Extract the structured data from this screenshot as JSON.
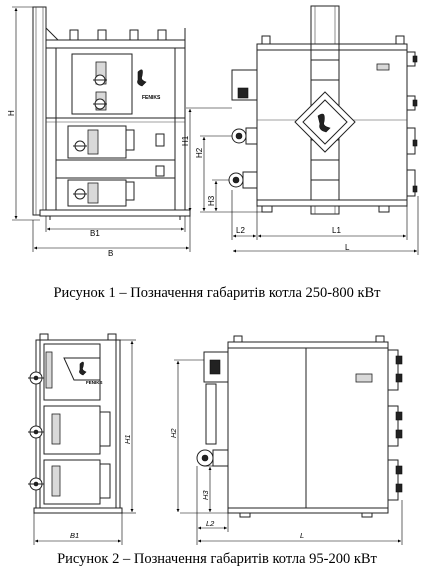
{
  "figure1": {
    "caption": "Рисунок 1 – Позначення габаритів котла 250-800 кВт",
    "brand": "FENIKS",
    "dims": {
      "H": "H",
      "H1": "H1",
      "H2": "H2",
      "H3": "H3",
      "B": "B",
      "B1": "B1",
      "L": "L",
      "L1": "L1",
      "L2": "L2"
    }
  },
  "figure2": {
    "caption": "Рисунок 2 – Позначення габаритів котла 95-200 кВт",
    "brand": "FENIKS",
    "dims": {
      "H1": "H1",
      "H2": "H2",
      "H3": "H3",
      "B1": "B1",
      "L": "L",
      "L2": "L2"
    }
  }
}
